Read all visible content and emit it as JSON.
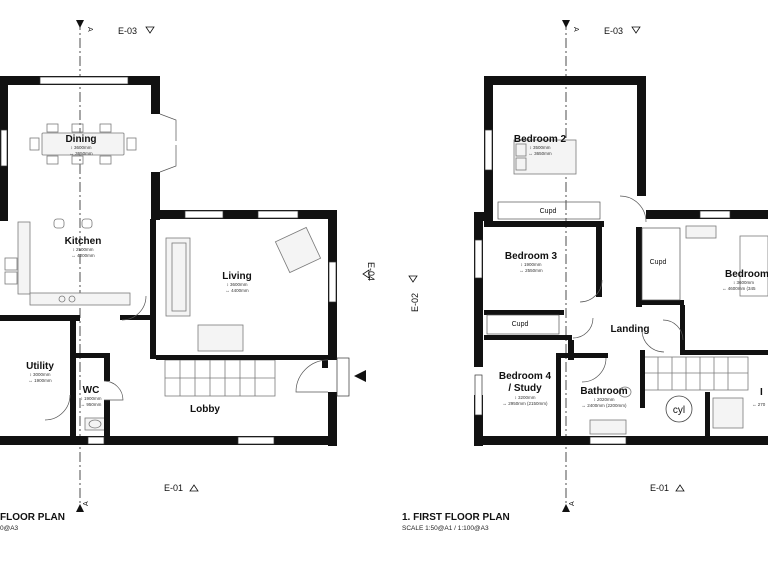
{
  "ground_floor": {
    "title": "FLOOR PLAN",
    "scale": "0@A3",
    "rooms": [
      {
        "name": "Dining",
        "dim1": "↕ 3600mm",
        "dim2": "↔ 3650mm"
      },
      {
        "name": "Kitchen",
        "dim1": "↕ 2500mm",
        "dim2": "↔ 4200mm"
      },
      {
        "name": "Living",
        "dim1": "↕ 3600mm",
        "dim2": "↔ 4400mm"
      },
      {
        "name": "Utility",
        "dim1": "↕ 3000mm",
        "dim2": "↔ 1900mm"
      },
      {
        "name": "WC",
        "dim1": "↕ 1900mm",
        "dim2": "↔ 950mm"
      },
      {
        "name": "Lobby",
        "dim1": "",
        "dim2": ""
      }
    ],
    "elevations": {
      "top": "E-03",
      "right": "E-04",
      "bottom": "E-01"
    }
  },
  "first_floor": {
    "title": "1. FIRST FLOOR PLAN",
    "scale": "SCALE 1:50@A1 / 1:100@A3",
    "rooms": [
      {
        "name": "Bedroom 2",
        "dim1": "↕ 3500mm",
        "dim2": "↔ 3650mm"
      },
      {
        "name": "Bedroom 3",
        "dim1": "↕ 1900mm",
        "dim2": "↔ 2550mm"
      },
      {
        "name": "Bedroom",
        "dim1": "↕ 3600mm",
        "dim2": "↔ 4600mm (345"
      },
      {
        "name": "Landing",
        "dim1": "",
        "dim2": ""
      },
      {
        "name": "Bedroom 4",
        "name2": "/ Study",
        "dim1": "↕ 3200mm",
        "dim2": "↔ 2950mm (2150mm)"
      },
      {
        "name": "Bathroom",
        "dim1": "↕ 2020mm",
        "dim2": "↔ 2400mm (2200mm)"
      },
      {
        "name": "cyl",
        "dim1": "",
        "dim2": ""
      }
    ],
    "cupboards": [
      "Cupd",
      "Cupd",
      "Cupd"
    ],
    "elevations": {
      "top": "E-03",
      "left": "E-02",
      "bottom": "E-01"
    },
    "partial": {
      "letter": "I",
      "dim": "↔ 270"
    }
  }
}
